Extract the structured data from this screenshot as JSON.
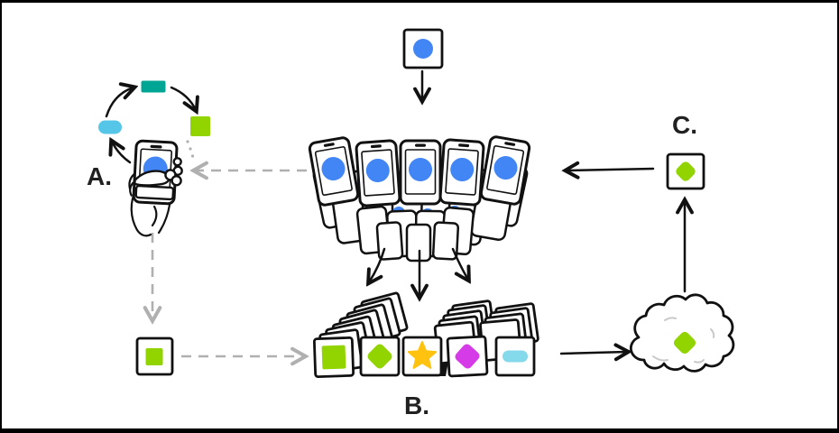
{
  "diagram": {
    "labels": {
      "step_a": "A.",
      "step_b": "B.",
      "step_c": "C."
    }
  },
  "colors": {
    "blue": "#4285F4",
    "teal": "#00A693",
    "cyan_pill": "#55C6E8",
    "green": "#92D400",
    "yellow_star": "#FFC20E",
    "magenta": "#D63BE8",
    "light_blue_pill": "#84D9EA",
    "dash_gray": "#B0B0B0",
    "cloud_accent": "#C9C9C9",
    "ink": "#111111",
    "label_text": "#212121"
  },
  "icons": {
    "global_model": "blue-circle-icon",
    "local_update_cycle": [
      "cyan-pill-icon",
      "teal-rectangle-icon",
      "green-square-icon"
    ],
    "user_update": "green-square-icon",
    "aggregated_updates": [
      "green-square-icon",
      "green-diamond-icon",
      "yellow-star-icon",
      "magenta-diamond-icon",
      "light-blue-pill-icon"
    ],
    "consensus_update": "green-diamond-icon",
    "aggregator": "cloud-icon",
    "device_fleet": "smartphone-icon",
    "user_device": "hand-holding-phone-icon"
  }
}
